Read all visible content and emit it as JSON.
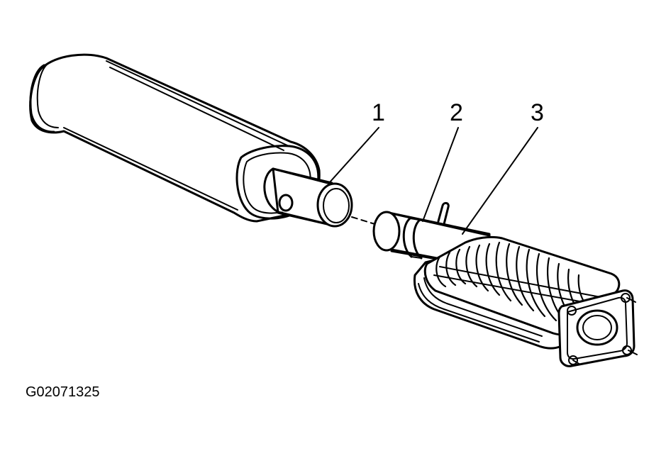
{
  "callouts": [
    {
      "number": "1"
    },
    {
      "number": "2"
    },
    {
      "number": "3"
    }
  ],
  "figure_code": "G02071325"
}
